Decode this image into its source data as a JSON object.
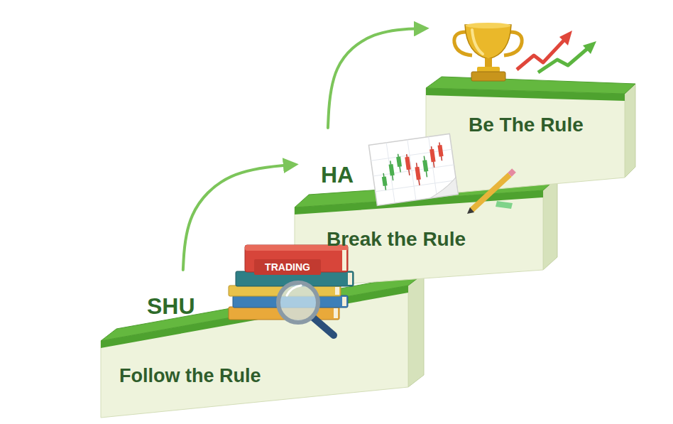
{
  "diagram": {
    "nodes": [
      {
        "text": [
          "SHU",
          "Follow the Rule"
        ]
      },
      {
        "text": [
          "HA",
          "Break the Rule"
        ]
      },
      {
        "text": [
          "Be The Rule"
        ]
      }
    ],
    "edges": [
      {
        "from": 0,
        "to": 1,
        "arrow": "to"
      },
      {
        "from": 1,
        "to": 2,
        "arrow": "to"
      }
    ],
    "labels": [
      "TRADING"
    ]
  }
}
